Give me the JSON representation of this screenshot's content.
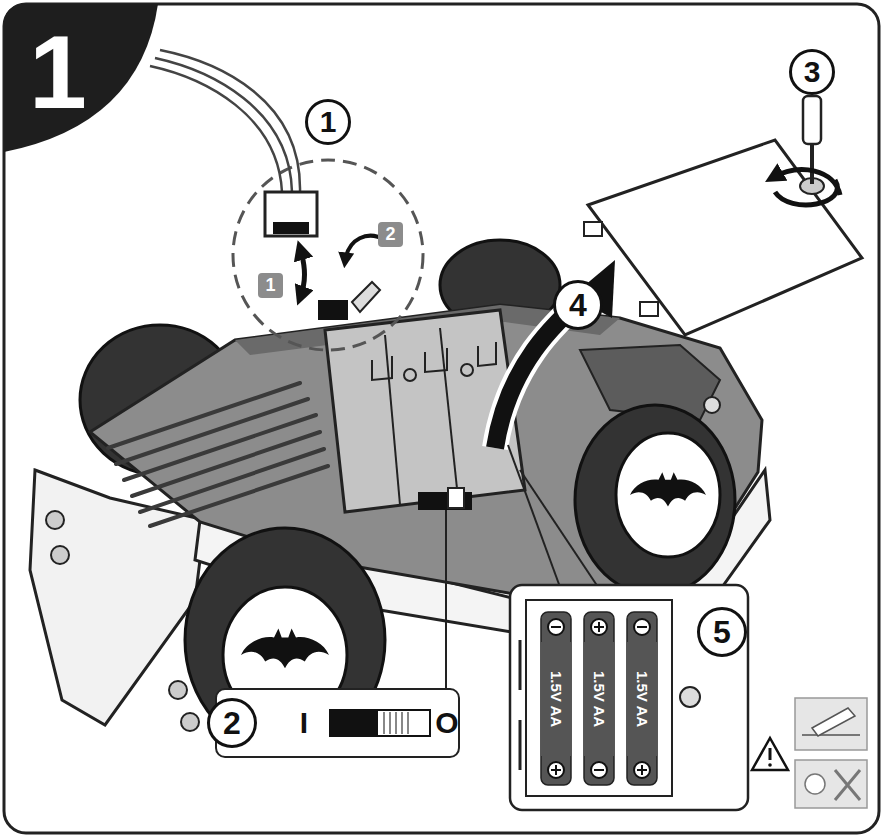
{
  "diagram": {
    "nodes": [
      {
        "text": [
          "I",
          "O"
        ]
      },
      {
        "text": [
          "1.5V AA"
        ]
      },
      {
        "text": [
          "1.5V AA"
        ]
      },
      {
        "text": [
          "1.5V AA"
        ]
      }
    ],
    "labels": [
      "1",
      "1",
      "1",
      "2",
      "2",
      "3",
      "4",
      "5"
    ]
  }
}
